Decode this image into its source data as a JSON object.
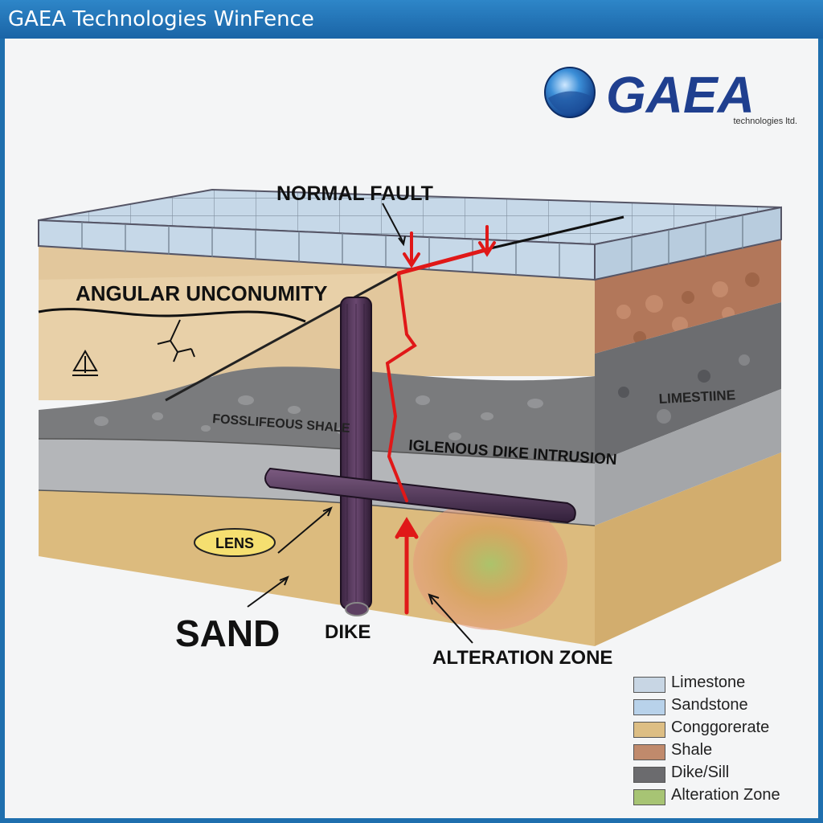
{
  "window": {
    "title": "GAEA Technologies WinFence"
  },
  "logo": {
    "word": "GAEA",
    "tagline": "technologies ltd."
  },
  "labels": {
    "normal_fault": "NORMAL FAULT",
    "angular_unconformity": "ANGULAR UNCONUMITY",
    "fossiliferous_shale": "FOSSLIFEOUS SHALE",
    "igneous_dike_intrusion": "IGLENOUS DIKE INTRUSION",
    "limestone_side": "LIMESTIINE",
    "lens": "LENS",
    "sand": "SAND",
    "dike": "DIKE",
    "alteration_zone": "ALTERATION ZONE"
  },
  "legend": [
    {
      "label": "Limestone",
      "color": "#c8d6e4"
    },
    {
      "label": "Sandstone",
      "color": "#b8d2ea"
    },
    {
      "label": "Conggorerate",
      "color": "#ddbe84"
    },
    {
      "label": "Shale",
      "color": "#c08a6c"
    },
    {
      "label": "Dike/Sill",
      "color": "#6b6b6e"
    },
    {
      "label": "Alteration Zone",
      "color": "#a7c474"
    }
  ],
  "colors": {
    "limestone_top": "#c6d8e8",
    "tan_layer": "#e2c79c",
    "dark_shale": "#7a7b7d",
    "grey_layer": "#b4b6b9",
    "sand_layer": "#dcbb7e",
    "dike": "#4e3352",
    "fault_red": "#e01818",
    "logo_blue": "#1f3f8f"
  }
}
